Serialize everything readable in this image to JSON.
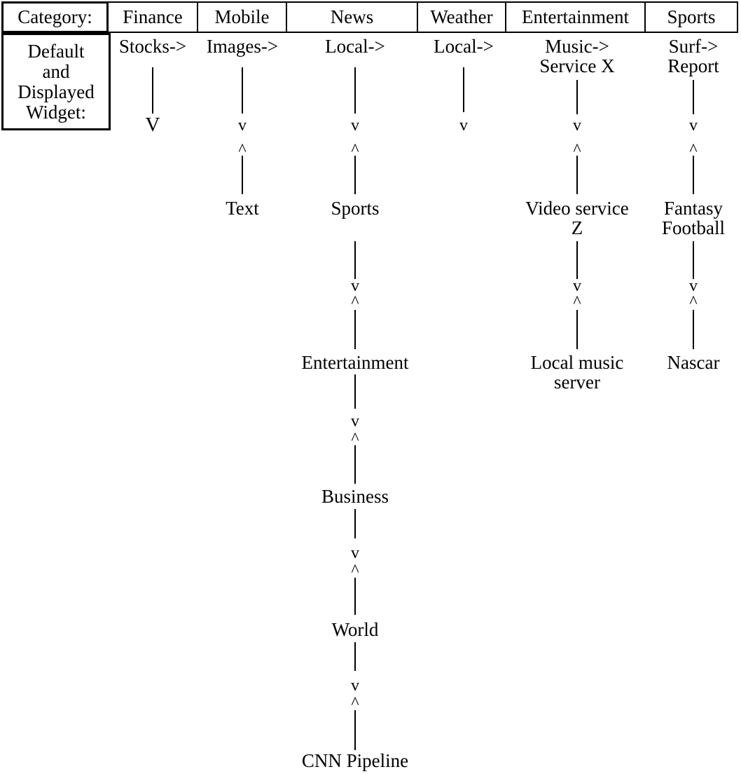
{
  "header": {
    "category": "Category:",
    "columns": [
      "Finance",
      "Mobile",
      "News",
      "Weather",
      "Entertainment",
      "Sports"
    ],
    "row_label": "Default\nand\nDisplayed\nWidget:"
  },
  "glyphs": {
    "down": "v",
    "up": "^",
    "down_cap": "V"
  },
  "trees": {
    "finance": {
      "widget": "Stocks->",
      "nodes": []
    },
    "mobile": {
      "widget": "Images->",
      "nodes": [
        "Text"
      ]
    },
    "news": {
      "widget": "Local->",
      "nodes": [
        "Sports",
        "Entertainment",
        "Business",
        "World",
        "CNN Pipeline"
      ]
    },
    "weather": {
      "widget": "Local->",
      "nodes": []
    },
    "entertainment": {
      "widget": "Music->\nService X",
      "nodes": [
        "Video service\nZ",
        "Local music\nserver"
      ]
    },
    "sports": {
      "widget": "Surf->\nReport",
      "nodes": [
        "Fantasy\nFootball",
        "Nascar"
      ]
    }
  }
}
